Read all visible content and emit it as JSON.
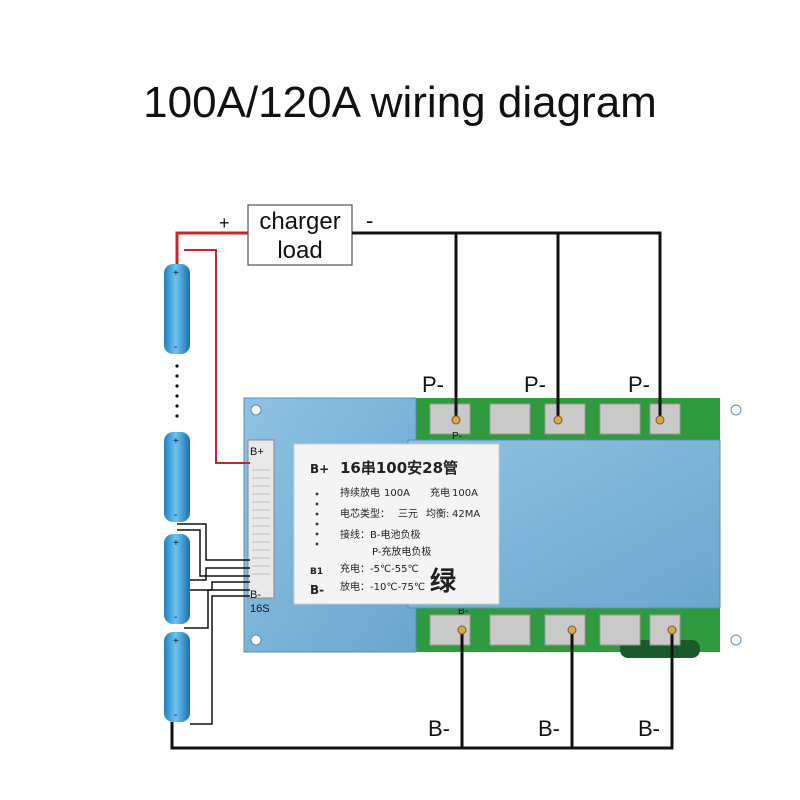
{
  "title": "100A/120A wiring diagram",
  "charger_box": {
    "line1": "charger",
    "line2": "load",
    "plus": "+",
    "minus": "-"
  },
  "p_labels": [
    "P-",
    "P-",
    "P-"
  ],
  "b_labels": [
    "B-",
    "B-",
    "B-"
  ],
  "pcb_labels": {
    "p_pad": "P-",
    "b_pad": "B-"
  },
  "connector": {
    "top": "B+",
    "bottom": "B-",
    "series": "16S"
  },
  "battery_marks": {
    "plus": "+",
    "minus": "-"
  },
  "sticker": {
    "heading": "16串100安28管",
    "row1_a": "持续放电",
    "row1_a_val": "100A",
    "row1_b": "充电",
    "row1_b_val": "100A",
    "row2_a": "电芯类型：",
    "row2_a_val": "三元",
    "row2_b": "均衡:",
    "row2_b_val": "42MA",
    "row3": "接线：B-电池负极",
    "row4": "P-充放电负极",
    "row5": "充电：-5℃-55℃",
    "row6": "放电：-10℃-75℃",
    "side_bplus": "B+",
    "side_b1": "B1",
    "side_bminus": "B-",
    "color_char": "绿"
  },
  "colors": {
    "wire_red": "#c0282a",
    "wire_black": "#111111",
    "board": "#7fb4d8",
    "pcb": "#2f9a3e",
    "cell": "#3d9fd6"
  }
}
